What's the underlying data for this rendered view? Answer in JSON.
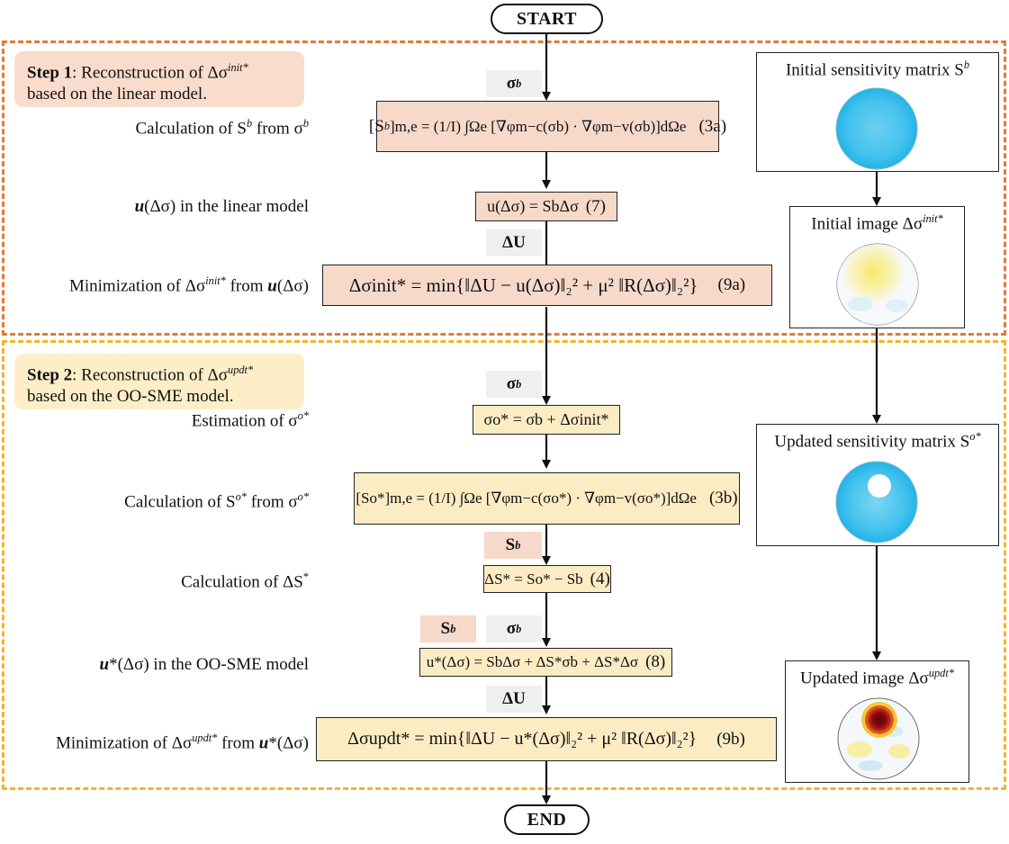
{
  "start_label": "START",
  "end_label": "END",
  "step1": {
    "title_bold": "Step 1",
    "title_text": ": Reconstruction of Δσ",
    "title_sup": "init*",
    "title_line2": "based on the linear model.",
    "tag_sigma_b": "σ",
    "tag_sigma_b_sup": "b",
    "label_calc_S": "Calculation of S",
    "label_calc_S_sup": "b",
    "label_calc_S_from": " from σ",
    "label_calc_S_from_sup": "b",
    "eq3a_left": "[S",
    "eq3a_left_sup": "b",
    "eq3a_body": "]m,e = (1/I) ∫Ωe [∇φm−c(σb) · ∇φm−v(σb)]dΩe",
    "eq3a_num": "(3a)",
    "label_u_linear_u": "u",
    "label_u_linear_rest": "(Δσ) in the linear model",
    "eq7_body": "u(Δσ) = SbΔσ",
    "eq7_num": "(7)",
    "tag_dU": "ΔU",
    "label_min_init_a": "Minimization of Δσ",
    "label_min_init_sup": "init*",
    "label_min_init_b": " from ",
    "label_min_init_u": "u",
    "label_min_init_c": "(Δσ)",
    "eq9a_body": "Δσinit* = min{‖ΔU − u(Δσ)‖₂² + μ² ‖R(Δσ)‖₂²}",
    "eq9a_num": "(9a)"
  },
  "step2": {
    "title_bold": "Step 2",
    "title_text": ": Reconstruction of Δσ",
    "title_sup": "updt*",
    "title_line2": "based on the OO-SME model.",
    "tag_sigma_b": "σ",
    "tag_sigma_b_sup": "b",
    "label_est": "Estimation of σ",
    "label_est_sup": "o*",
    "eq_est_body": "σo* = σb + Δσinit*",
    "label_calc_So": "Calculation of S",
    "label_calc_So_sup": "o*",
    "label_calc_So_from": " from σ",
    "label_calc_So_from_sup": "o*",
    "eq3b_body": "[So*]m,e = (1/I) ∫Ωe [∇φm−c(σo*) · ∇φm−v(σo*)]dΩe",
    "eq3b_num": "(3b)",
    "tag_S_b": "S",
    "tag_S_b_sup": "b",
    "label_calc_dS": "Calculation of ΔS",
    "label_calc_dS_sup": "*",
    "eq4_body": "ΔS* = So* − Sb",
    "eq4_num": "(4)",
    "tag_S_b2": "S",
    "tag_S_b2_sup": "b",
    "tag_sigma_b2": "σ",
    "tag_sigma_b2_sup": "b",
    "label_u_oosme_u": "u",
    "label_u_oosme_rest": "*(Δσ) in the OO-SME model",
    "eq8_body": "u*(Δσ) = SbΔσ + ΔS*σb + ΔS*Δσ",
    "eq8_num": "(8)",
    "tag_dU": "ΔU",
    "label_min_updt_a": "Minimization of Δσ",
    "label_min_updt_sup": "updt*",
    "label_min_updt_b": " from ",
    "label_min_updt_u": "u",
    "label_min_updt_c": "*(Δσ)",
    "eq9b_body": "Δσupdt* = min{‖ΔU − u*(Δσ)‖₂² + μ² ‖R(Δσ)‖₂²}",
    "eq9b_num": "(9b)"
  },
  "panels": {
    "p1_title": "Initial sensitivity matrix S",
    "p1_sup": "b",
    "p2_title": "Initial image Δσ",
    "p2_sup": "init*",
    "p3_title": "Updated sensitivity matrix S",
    "p3_sup": "o*",
    "p4_title": "Updated image Δσ",
    "p4_sup": "updt*"
  },
  "colors": {
    "step1_border": "#e07b39",
    "step2_border": "#f0b628",
    "step1_fill": "#f9dccb",
    "step2_fill": "#fdeec8",
    "sensitivity_blue": "#3cc0ec",
    "image_yellow": "#f5ea7a",
    "image_dark_red": "#7a0a0a"
  }
}
